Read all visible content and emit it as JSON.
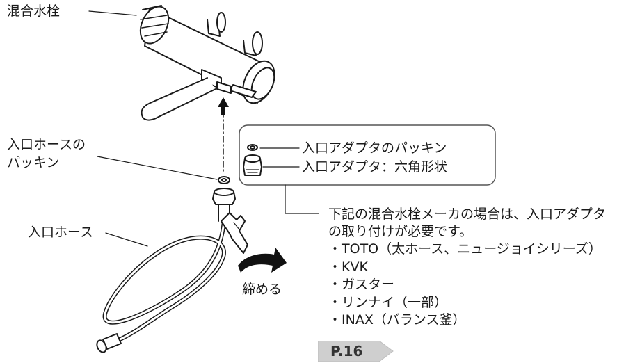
{
  "labels": {
    "mixing_faucet": "混合水栓",
    "inlet_hose_packing_line1": "入口ホースの",
    "inlet_hose_packing_line2": "パッキン",
    "inlet_hose": "入口ホース",
    "tighten": "締める",
    "adapter_packing": "入口アダプタのパッキン",
    "adapter_hex": "入口アダプタ：六角形状"
  },
  "note": {
    "line1": "下記の混合水栓メーカの場合は、入口アダプタ",
    "line2": "の取り付けが必要です。",
    "makers": [
      "TOTO（太ホース、ニュージョイシリーズ）",
      "KVK",
      "ガスター",
      "リンナイ（一部）",
      "INAX（バランス釜）"
    ]
  },
  "page_ref": "P.16",
  "colors": {
    "line": "#1a1a1a",
    "callout_border": "#555555",
    "page_ref_fill": "#cfcfcf",
    "arrow": "#111111"
  }
}
